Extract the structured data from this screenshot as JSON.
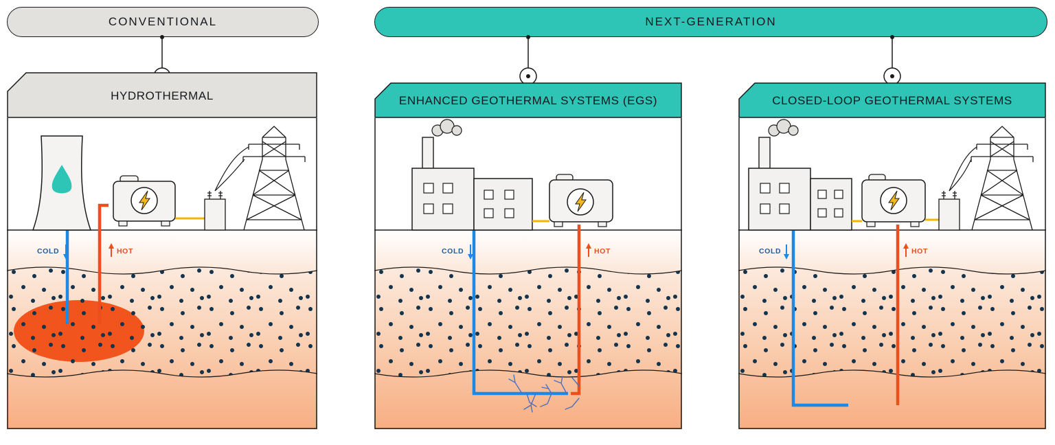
{
  "legend": {
    "conventional": "CONVENTIONAL",
    "next_generation": "NEXT-GENERATION"
  },
  "panels": [
    {
      "title": "HYDROTHERMAL",
      "cold": "COLD",
      "hot": "HOT"
    },
    {
      "title": "ENHANCED GEOTHERMAL SYSTEMS (EGS)",
      "cold": "COLD",
      "hot": "HOT"
    },
    {
      "title": "CLOSED-LOOP GEOTHERMAL SYSTEMS",
      "cold": "COLD",
      "hot": "HOT"
    }
  ],
  "colors": {
    "teal": "#2EC4B6",
    "panel_gray": "#E3E1DE",
    "hot_orange": "#EE4E1B",
    "cold_blue": "#1E88E5",
    "reservoir_orange": "#F2541D",
    "rock_dot_navy": "#14334D",
    "cable_yellow": "#F4B400",
    "ink": "#1A1A1A"
  }
}
